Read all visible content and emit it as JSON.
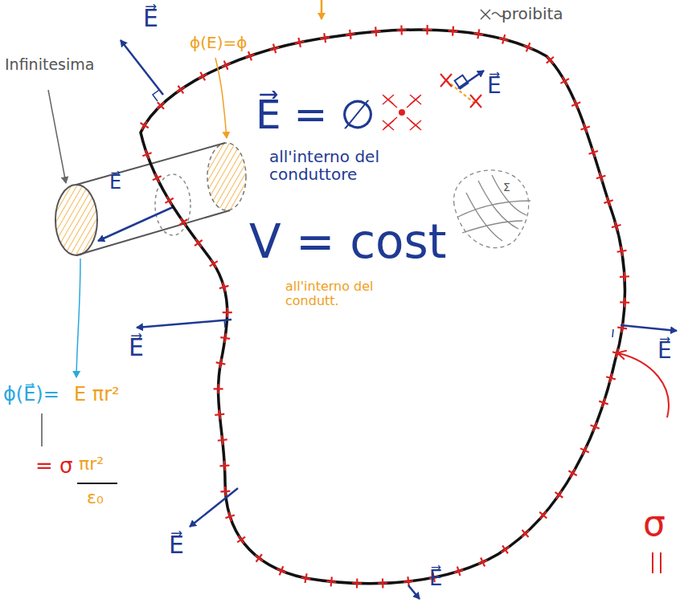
{
  "diagram": {
    "labels": [
      "proibita",
      "Infinitesima",
      "ϕ(E)=ϕ",
      "E⃗",
      "E⃗",
      "E⃗ = ∅",
      "all'interno del conduttore",
      "Σ",
      "E⃗",
      "E⃗",
      "V = cost",
      "all'interno del condutt.",
      "E⃗",
      "ϕ(E⃗)=",
      "E πr²",
      "= σ",
      "πr²",
      "ε₀",
      "E⃗",
      "E⃗",
      "σ"
    ]
  }
}
